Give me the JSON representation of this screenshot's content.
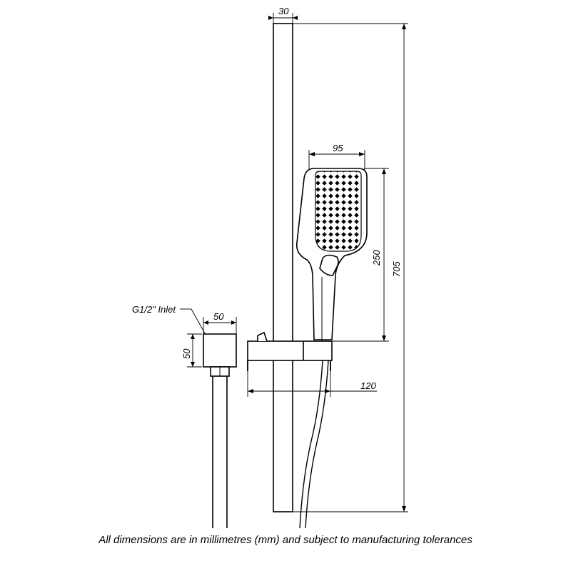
{
  "dimensions": {
    "rail_width": "30",
    "head_width": "95",
    "head_length": "250",
    "rail_length": "705",
    "outlet_width": "50",
    "outlet_height": "50",
    "bracket_projection": "120"
  },
  "labels": {
    "inlet": "G1/2\" Inlet"
  },
  "footer_note": "All dimensions are in millimetres (mm) and subject to manufacturing tolerances"
}
